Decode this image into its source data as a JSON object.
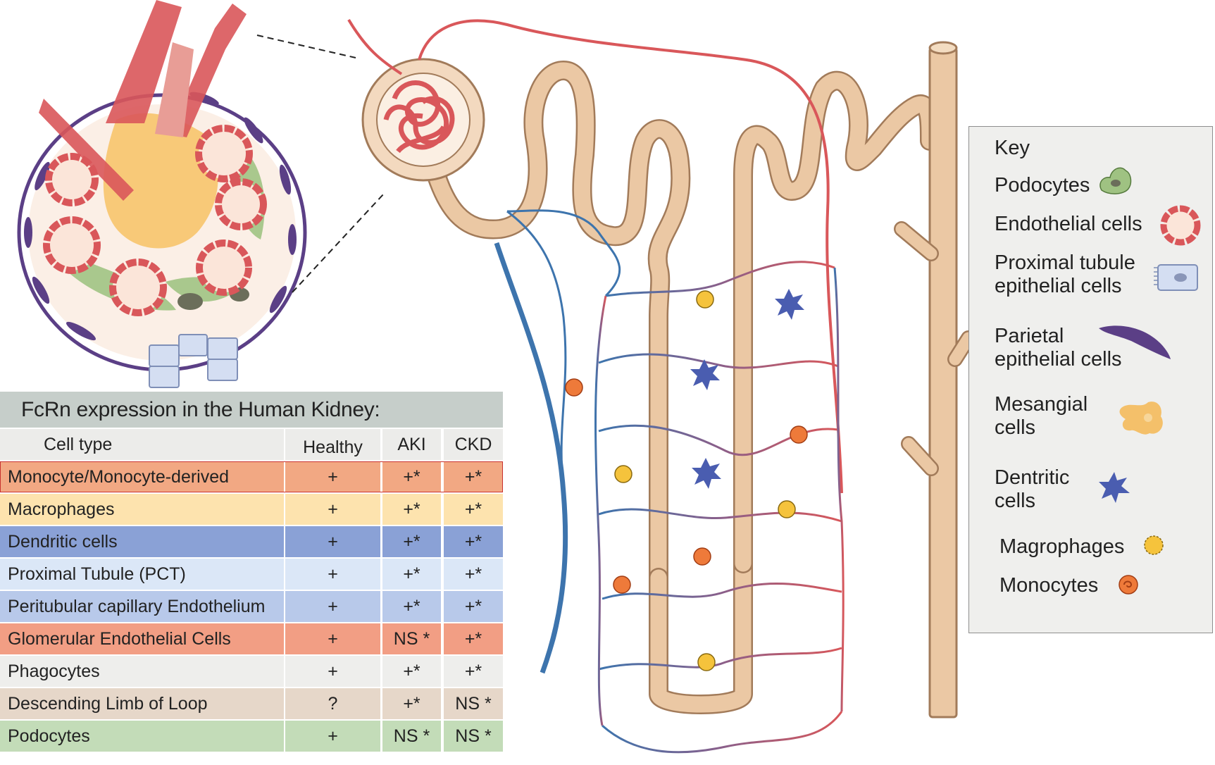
{
  "table": {
    "title": "FcRn expression in the Human Kidney:",
    "columns": [
      "Cell type",
      "Healthy",
      "AKI",
      "CKD"
    ],
    "rows": [
      {
        "cell_type": "Monocyte/Monocyte-derived",
        "healthy": "+",
        "aki": "+*",
        "ckd": "+*",
        "color": "#f2a883"
      },
      {
        "cell_type": "Macrophages",
        "healthy": "+",
        "aki": "+*",
        "ckd": "+*",
        "color": "#fde3ae"
      },
      {
        "cell_type": "Dendritic cells",
        "healthy": "+",
        "aki": "+*",
        "ckd": "+*",
        "color": "#8aa1d6"
      },
      {
        "cell_type": "Proximal Tubule (PCT)",
        "healthy": "+",
        "aki": "+*",
        "ckd": "+*",
        "color": "#dbe7f7"
      },
      {
        "cell_type": "Peritubular capillary Endothelium",
        "healthy": "+",
        "aki": "+*",
        "ckd": "+*",
        "color": "#b8c9ea"
      },
      {
        "cell_type": "Glomerular Endothelial Cells",
        "healthy": "+",
        "aki": "NS *",
        "ckd": "+*",
        "color": "#f29e84"
      },
      {
        "cell_type": "Phagocytes",
        "healthy": "+",
        "aki": "+*",
        "ckd": "+*",
        "color": "#eeeeec"
      },
      {
        "cell_type": "Descending Limb of Loop",
        "healthy": "?",
        "aki": "+*",
        "ckd": "NS *",
        "color": "#e6d7c9"
      },
      {
        "cell_type": "Podocytes",
        "healthy": "+",
        "aki": "NS *",
        "ckd": "NS *",
        "color": "#c3dcb8"
      }
    ]
  },
  "key": {
    "title": "Key",
    "items": [
      {
        "label": "Podocytes",
        "icon": "podocyte-icon"
      },
      {
        "label": "Endothelial cells",
        "icon": "endothelial-cell-icon"
      },
      {
        "label": "Proximal tubule\nepithelial cells",
        "icon": "proximal-tubule-cell-icon"
      },
      {
        "label": "Parietal\nepithelial cells",
        "icon": "parietal-cell-icon"
      },
      {
        "label": "Mesangial\ncells",
        "icon": "mesangial-cell-icon"
      },
      {
        "label": "Dentritic\ncells",
        "icon": "dendritic-cell-icon"
      },
      {
        "label": "Magrophages",
        "icon": "macrophage-icon"
      },
      {
        "label": "Monocytes",
        "icon": "monocyte-icon"
      }
    ]
  },
  "colors": {
    "tubule": "#ebc8a4",
    "tubule_outline": "#a27b5a",
    "artery": "#d9575a",
    "vein": "#3d74ad",
    "podocyte": "#9fc282",
    "parietal": "#5b3f86",
    "mesangial": "#f4c06a",
    "dendritic": "#4a5db0",
    "macrophage": "#f5c33c",
    "monocyte": "#ee7a3a",
    "key_bg": "#efefed"
  }
}
